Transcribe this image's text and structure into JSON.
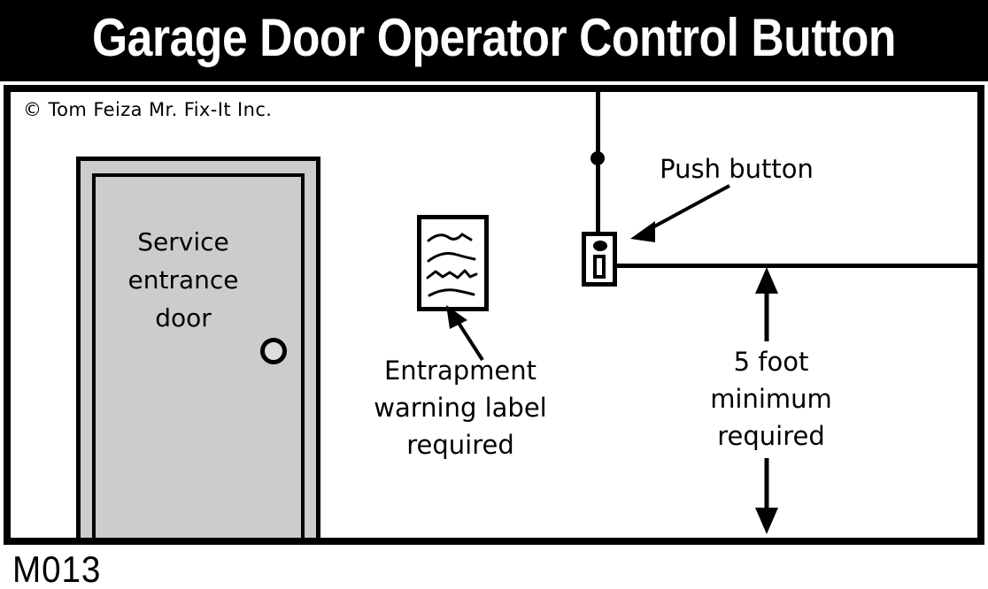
{
  "title": "Garage Door Operator Control Button",
  "copyright": "© Tom Feiza Mr. Fix-It Inc.",
  "doc_code": "M013",
  "labels": {
    "door": "Service\nentrance\ndoor",
    "warning": "Entrapment\nwarning label\nrequired",
    "push_button": "Push button",
    "clearance": "5 foot\nminimum\nrequired"
  },
  "colors": {
    "banner_background": "#000000",
    "banner_text": "#ffffff",
    "page_background": "#ffffff",
    "line": "#000000",
    "door_fill": "#cccccc",
    "knob_fill": "#dddddd"
  },
  "elements": {
    "service_door": "service-entrance-door",
    "door_knob": "door-knob",
    "warning_placard": "entrapment-warning-label",
    "push_button_device": "push-button-device",
    "hanging_wire": "hanging-wire",
    "floor_line": "floor-reference-line",
    "clearance_arrow": "vertical-dimension-arrow",
    "push_button_pointer": "push-button-pointer-arrow",
    "warning_pointer": "warning-label-pointer-arrow"
  }
}
